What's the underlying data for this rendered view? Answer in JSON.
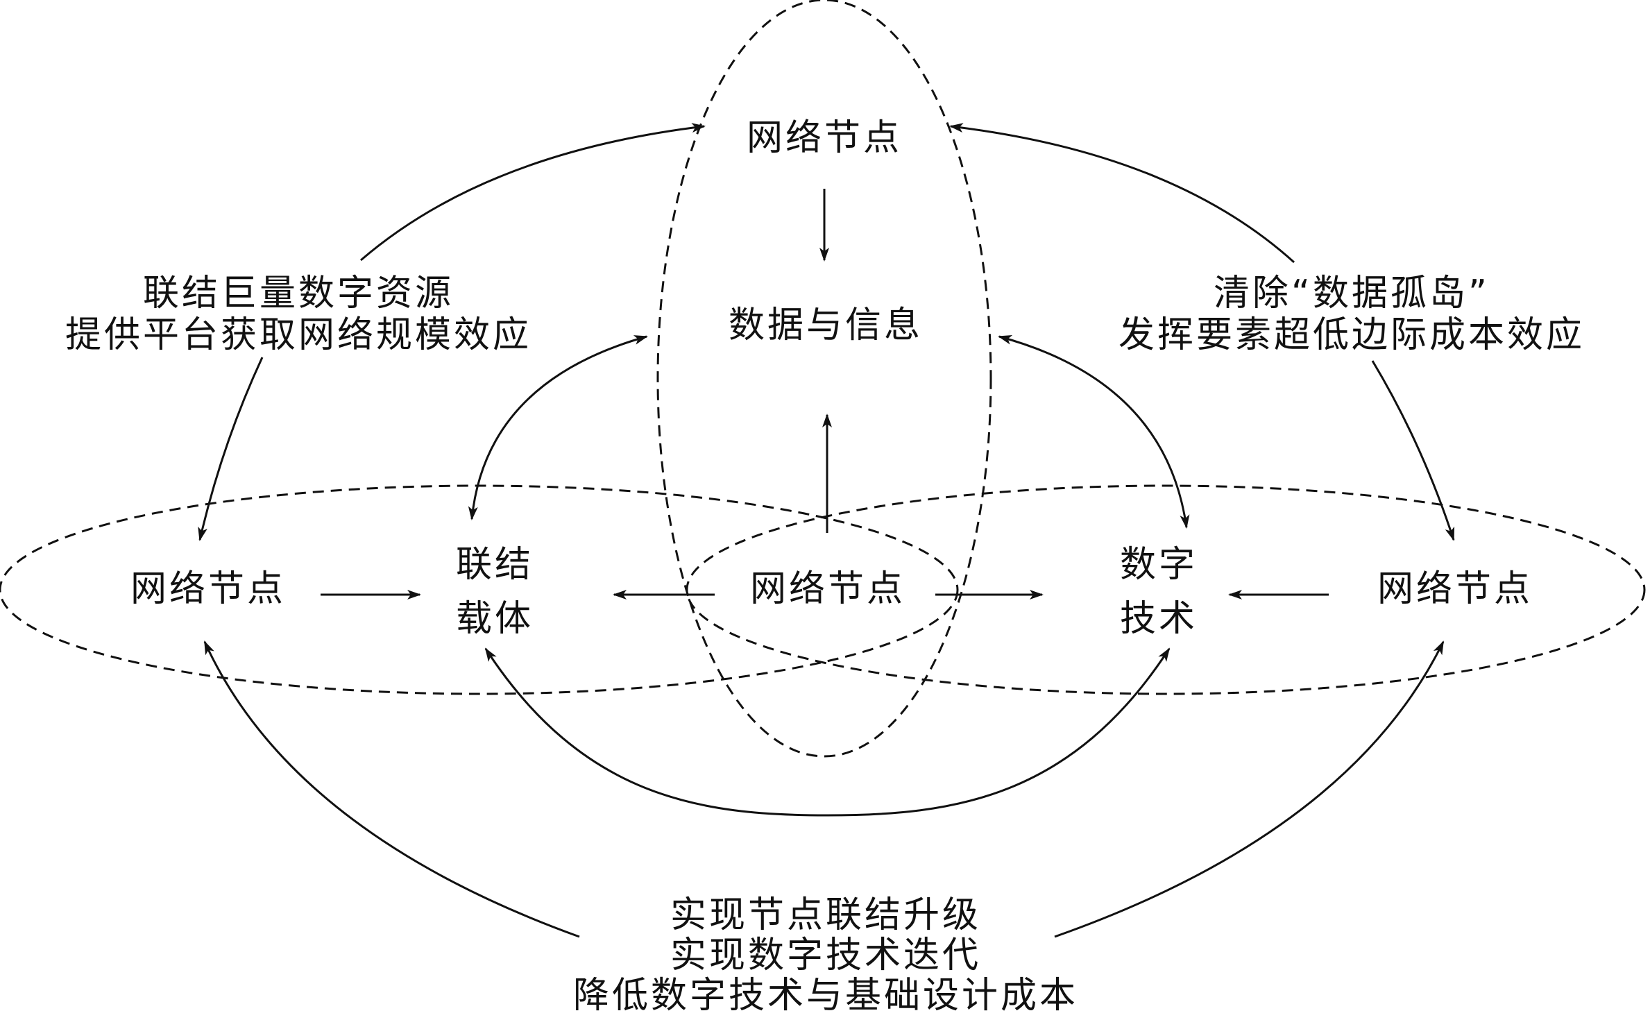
{
  "nodes": {
    "top_node": "网络节点",
    "data_info": "数据与信息",
    "left_node": "网络节点",
    "center_node": "网络节点",
    "right_node": "网络节点",
    "link_carrier": [
      "联结",
      "载体"
    ],
    "digital_tech": [
      "数字",
      "技术"
    ]
  },
  "annotations": {
    "left": [
      "联结巨量数字资源",
      "提供平台获取网络规模效应"
    ],
    "right": [
      "清除“数据孤岛”",
      "发挥要素超低边际成本效应"
    ],
    "bottom": [
      "实现节点联结升级",
      "实现数字技术迭代",
      "降低数字技术与基础设计成本"
    ]
  },
  "colors": {
    "stroke": "#111111",
    "background": "#ffffff"
  }
}
